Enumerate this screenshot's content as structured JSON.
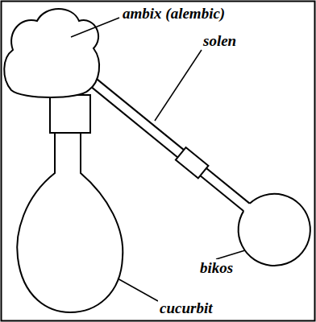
{
  "diagram": {
    "labels": [
      "ambix (alembic)",
      "solen",
      "bikos",
      "cucurbit"
    ]
  }
}
